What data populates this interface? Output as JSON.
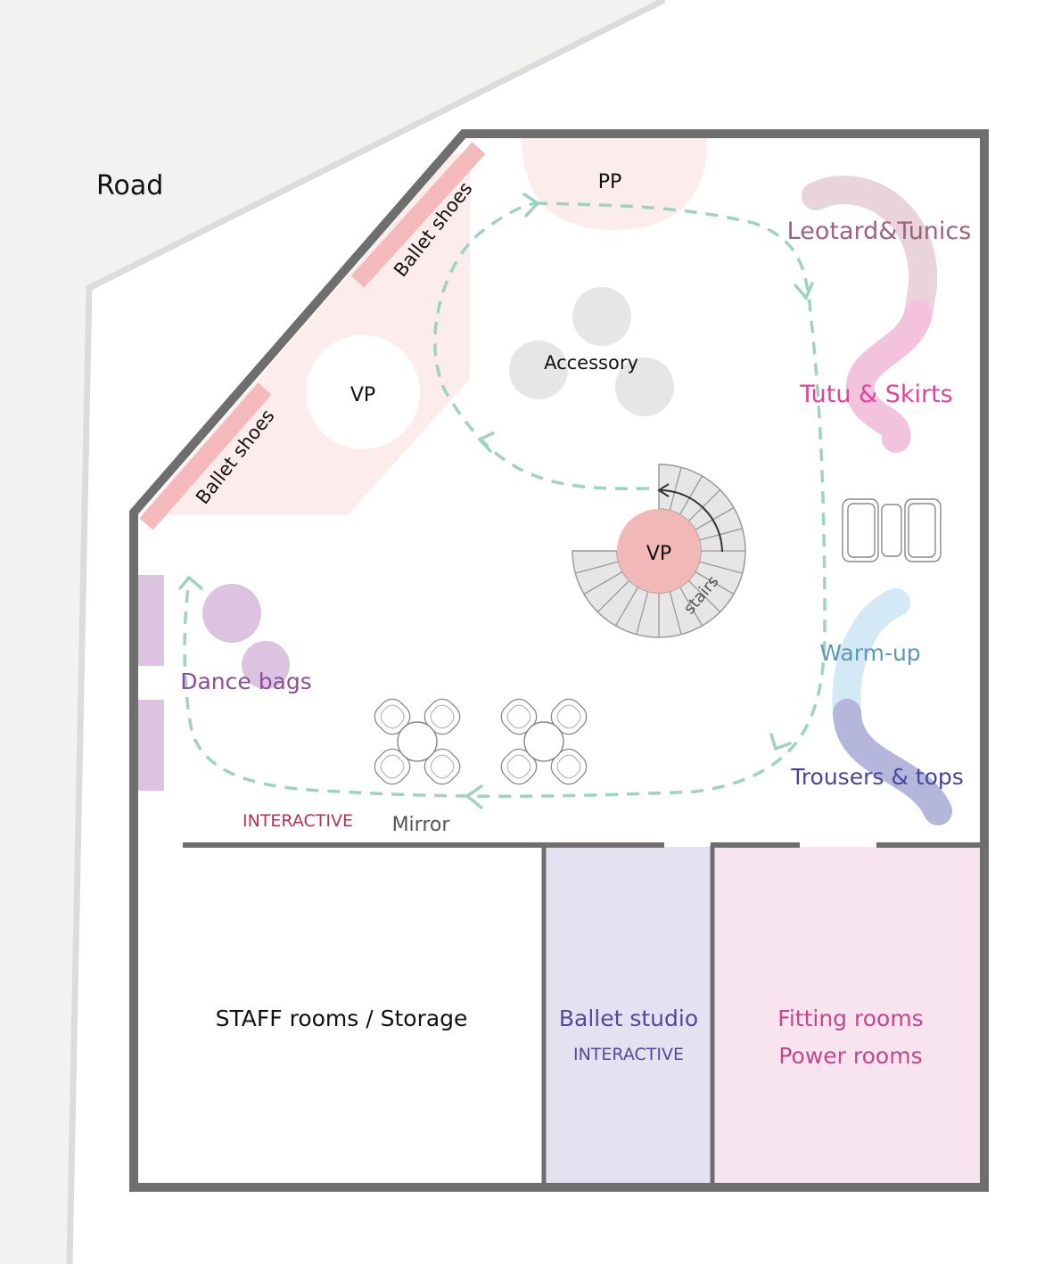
{
  "labels": {
    "road": "Road",
    "pp": "PP",
    "leotard": "Leotard&Tunics",
    "tutu": "Tutu & Skirts",
    "warmup": "Warm-up",
    "trousers": "Trousers & tops",
    "accessory": "Accessory",
    "vp_window": "VP",
    "vp_center": "VP",
    "stairs": "stairs",
    "ballet_shoes_top": "Ballet shoes",
    "ballet_shoes_bottom": "Ballet shoes",
    "dance_bags": "Dance bags",
    "interactive_mirror": "INTERACTIVE",
    "mirror": "Mirror",
    "staff_rooms": "STAFF rooms / Storage",
    "ballet_studio": "Ballet studio",
    "ballet_studio_sub": "INTERACTIVE",
    "fitting_rooms": "Fitting rooms",
    "power_rooms": "Power rooms"
  },
  "colors": {
    "wall": "#6e6e6e",
    "road": "#f2f2f1",
    "road_edge": "#dcdcdc",
    "pink_zone": "#fdecec",
    "ballet_shoes_bar": "#f4b9bb",
    "vp_center": "#f2b8b8",
    "accessory_circle": "#e6e6e6",
    "flow_path": "#9fd3c1",
    "leotard": "#a0607e",
    "leotard_rack": "#e8d4da",
    "tutu": "#e0449a",
    "tutu_rack": "#f3c3de",
    "warmup": "#5d97b3",
    "warmup_rack": "#d3e9f5",
    "trousers": "#4b4599",
    "trousers_rack": "#b4b6dc",
    "dance_bags": "#8b4d9f",
    "dance_bags_fill": "#dcc3df",
    "interactive_red": "#b33553",
    "studio_fill": "#e5e1f0",
    "studio_text": "#56479a",
    "fitting_fill": "#f8e4ef",
    "fitting_text": "#c4468b"
  }
}
